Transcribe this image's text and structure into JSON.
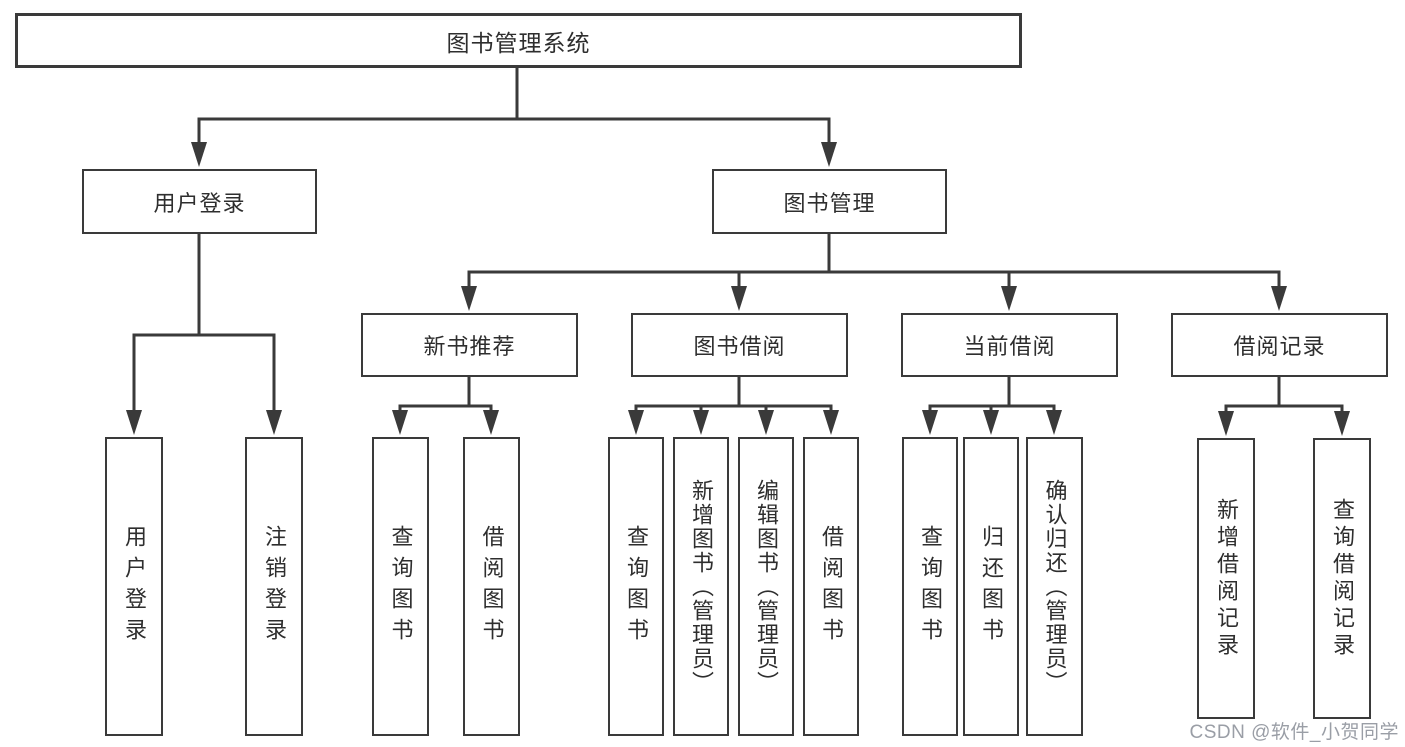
{
  "diagram": {
    "root": {
      "label": "图书管理系统"
    },
    "level2": [
      {
        "label": "用户登录"
      },
      {
        "label": "图书管理"
      }
    ],
    "login_children": [
      {
        "label": "用户登录"
      },
      {
        "label": "注销登录"
      }
    ],
    "modules": [
      {
        "label": "新书推荐",
        "children": [
          {
            "label": "查询图书"
          },
          {
            "label": "借阅图书"
          }
        ]
      },
      {
        "label": "图书借阅",
        "children": [
          {
            "label": "查询图书"
          },
          {
            "label": "新增图书（管理员）"
          },
          {
            "label": "编辑图书（管理员）"
          },
          {
            "label": "借阅图书"
          }
        ]
      },
      {
        "label": "当前借阅",
        "children": [
          {
            "label": "查询图书"
          },
          {
            "label": "归还图书"
          },
          {
            "label": "确认归还（管理员）"
          }
        ]
      },
      {
        "label": "借阅记录",
        "children": [
          {
            "label": "新增借阅记录"
          },
          {
            "label": "查询借阅记录"
          }
        ]
      }
    ],
    "watermark": "CSDN @软件_小贺同学",
    "colors": {
      "line": "#3a3a3a",
      "box_border": "#3a3a3a",
      "text": "#2e2e2e",
      "watermark": "#9a9ea6",
      "background": "#ffffff"
    }
  }
}
